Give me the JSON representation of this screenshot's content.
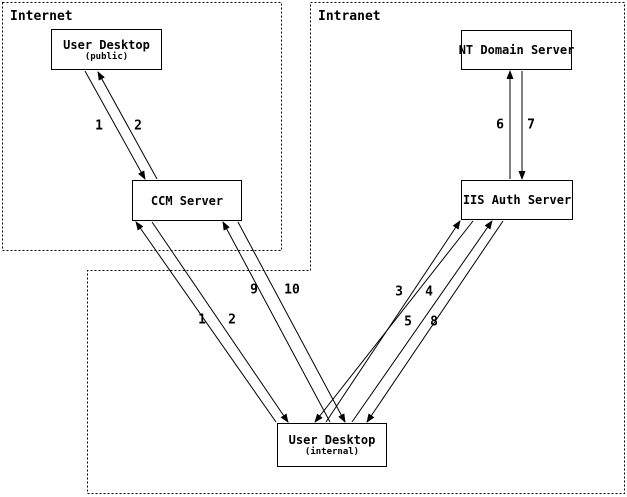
{
  "diagram": {
    "title_hint": "CCM / IIS authentication flow between Internet and Intranet zones",
    "colors": {
      "line": "#000000",
      "background": "#ffffff"
    },
    "zones": [
      {
        "id": "internet",
        "label": "Internet"
      },
      {
        "id": "intranet",
        "label": "Intranet"
      }
    ],
    "nodes": [
      {
        "id": "user-desktop-public",
        "title": "User Desktop",
        "subtitle": "(public)"
      },
      {
        "id": "nt-domain-server",
        "title": "NT Domain Server",
        "subtitle": ""
      },
      {
        "id": "ccm-server",
        "title": "CCM Server",
        "subtitle": ""
      },
      {
        "id": "iis-auth-server",
        "title": "IIS Auth Server",
        "subtitle": ""
      },
      {
        "id": "user-desktop-internal",
        "title": "User Desktop",
        "subtitle": "(internal)"
      }
    ],
    "edges": [
      {
        "label": "1",
        "from": "user-desktop-public",
        "to": "ccm-server"
      },
      {
        "label": "2",
        "from": "ccm-server",
        "to": "user-desktop-public"
      },
      {
        "label": "6",
        "from": "iis-auth-server",
        "to": "nt-domain-server"
      },
      {
        "label": "7",
        "from": "nt-domain-server",
        "to": "iis-auth-server"
      },
      {
        "label": "9",
        "from": "user-desktop-internal",
        "to": "ccm-server"
      },
      {
        "label": "10",
        "from": "ccm-server",
        "to": "user-desktop-internal"
      },
      {
        "label": "1",
        "from": "user-desktop-internal",
        "to": "ccm-server"
      },
      {
        "label": "2",
        "from": "ccm-server",
        "to": "user-desktop-internal"
      },
      {
        "label": "3",
        "from": "user-desktop-internal",
        "to": "iis-auth-server"
      },
      {
        "label": "4",
        "from": "iis-auth-server",
        "to": "user-desktop-internal"
      },
      {
        "label": "5",
        "from": "user-desktop-internal",
        "to": "iis-auth-server"
      },
      {
        "label": "8",
        "from": "iis-auth-server",
        "to": "user-desktop-internal"
      }
    ]
  }
}
